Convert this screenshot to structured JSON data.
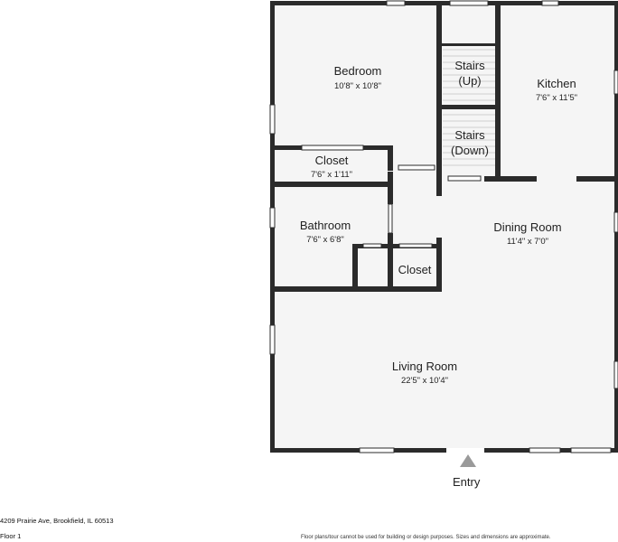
{
  "rooms": {
    "bedroom": {
      "name": "Bedroom",
      "dim": "10'8\" x 10'8\""
    },
    "stairs_up": {
      "line1": "Stairs",
      "line2": "(Up)"
    },
    "kitchen": {
      "name": "Kitchen",
      "dim": "7'6\" x 11'5\""
    },
    "stairs_down": {
      "line1": "Stairs",
      "line2": "(Down)"
    },
    "closet_upper": {
      "name": "Closet",
      "dim": "7'6\" x 1'11\""
    },
    "bathroom": {
      "name": "Bathroom",
      "dim": "7'6\" x 6'8\""
    },
    "dining": {
      "name": "Dining Room",
      "dim": "11'4\" x 7'0\""
    },
    "closet_lower": {
      "name": "Closet"
    },
    "living": {
      "name": "Living Room",
      "dim": "22'5\" x 10'4\""
    }
  },
  "entry": "Entry",
  "footer": {
    "address": "4209 Prairie Ave, Brookfield, IL 60513",
    "floor": "Floor 1",
    "disclaimer": "Floor plans/tour cannot be used for building or design purposes. Sizes and dimensions are approximate."
  },
  "colors": {
    "wall": "#2b2b2b",
    "floor": "#f5f5f5",
    "window": "#ffffff"
  }
}
